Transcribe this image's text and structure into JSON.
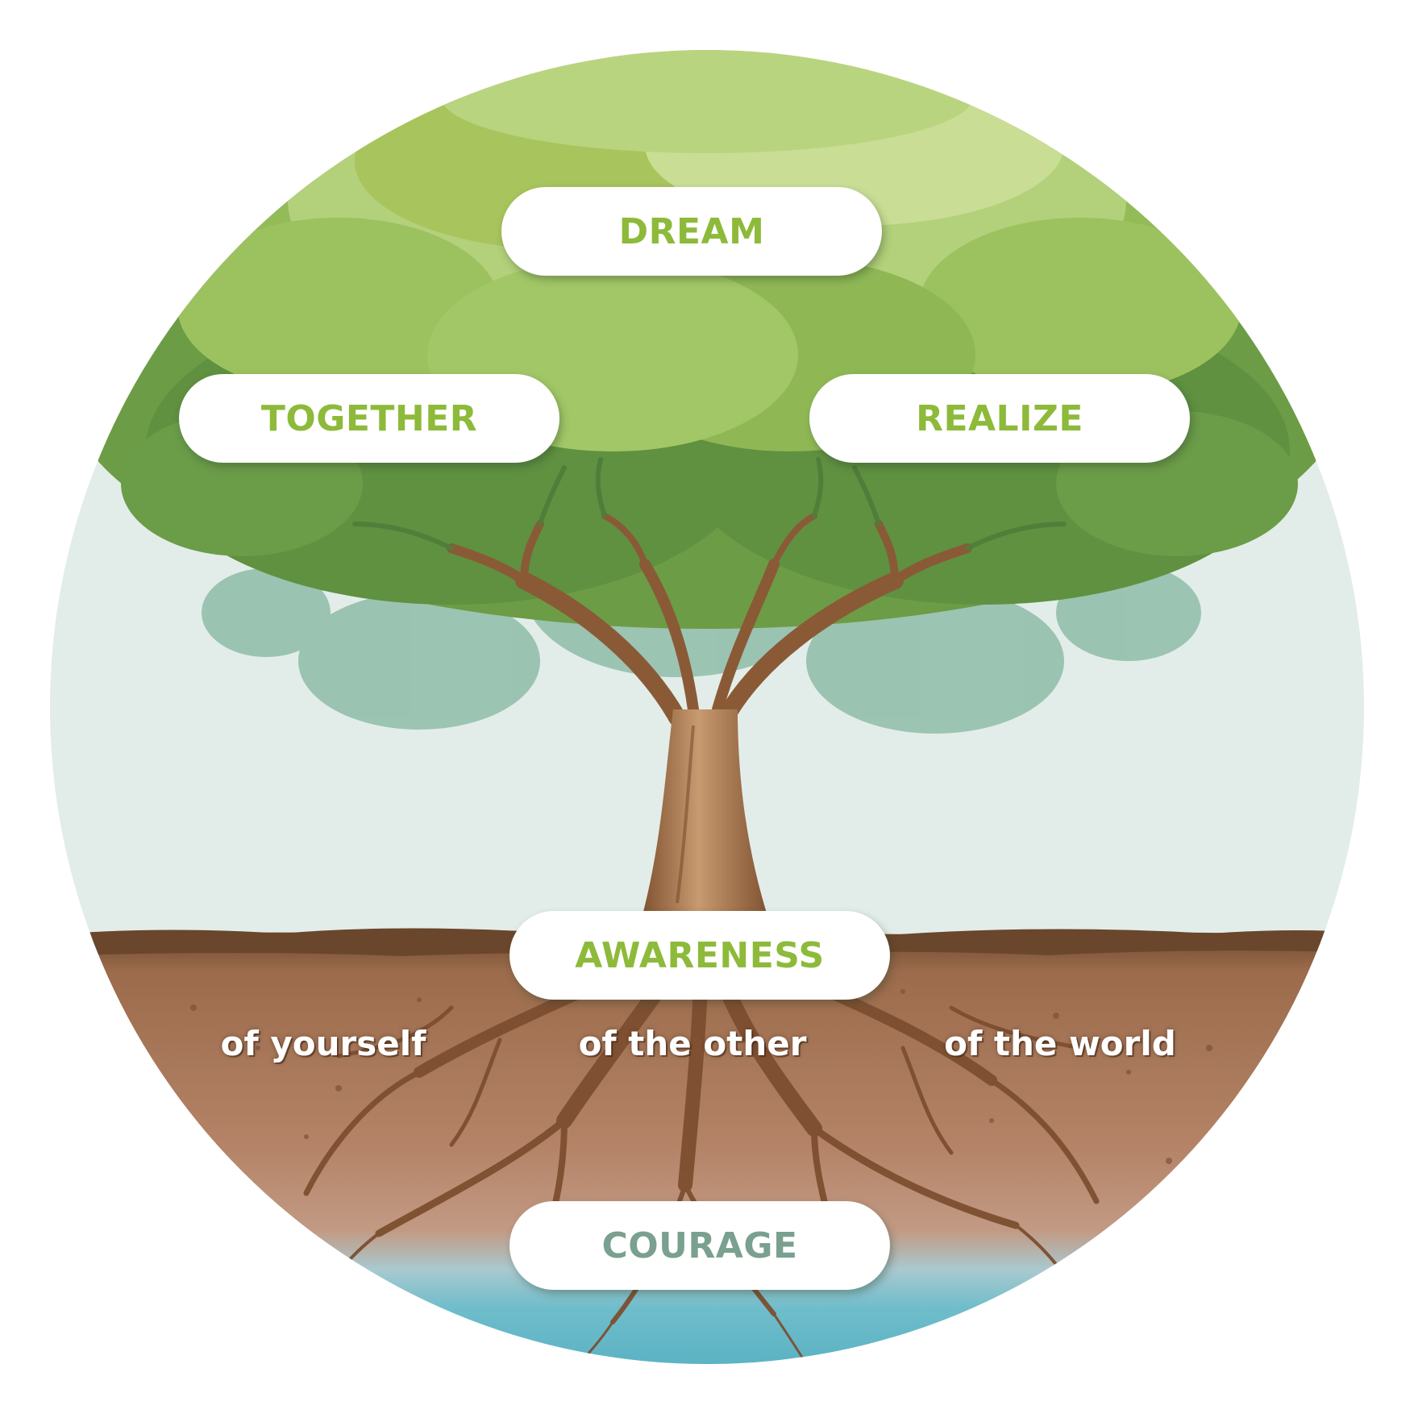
{
  "colors": {
    "label_green": "#8dba3a",
    "courage_grey": "#7aa08f",
    "sky": "#e2ede9",
    "soil": "#a97a5a",
    "water": "#5fb7c9",
    "trunk": "#8a5a36",
    "foliage_light": "#b8d27a",
    "foliage_dark": "#5f9140"
  },
  "canopy": {
    "dream": "DREAM",
    "together": "TOGETHER",
    "realize": "REALIZE"
  },
  "roots": {
    "awareness": "AWARENESS",
    "of_yourself": "of yourself",
    "of_the_other": "of the other",
    "of_the_world": "of the world",
    "courage": "COURAGE"
  }
}
